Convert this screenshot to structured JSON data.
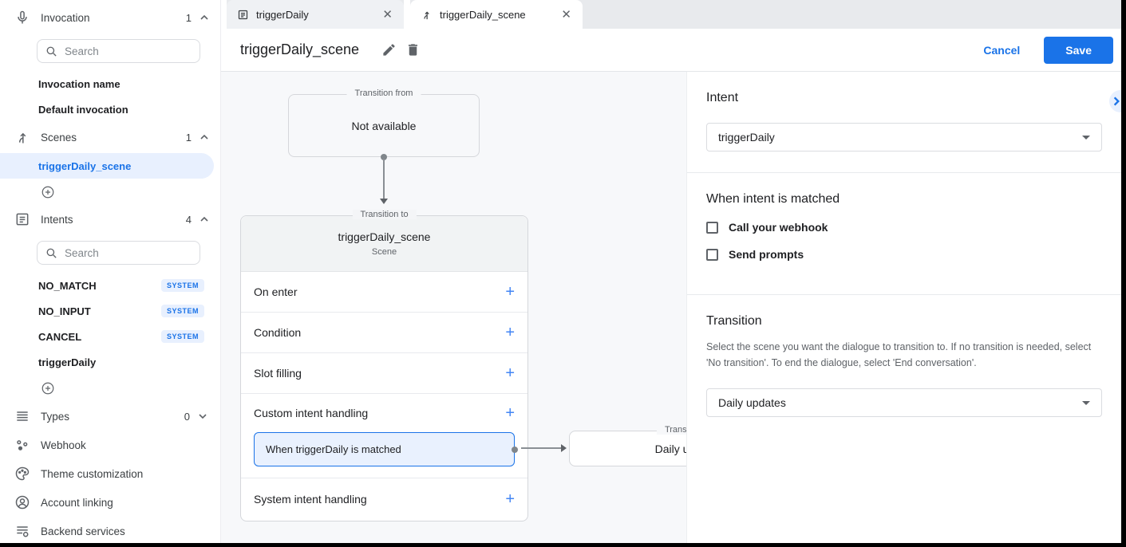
{
  "colors": {
    "accent": "#1a73e8",
    "accent_light": "#e8f0fe",
    "canvas_bg": "#f7f8fa"
  },
  "tabs": {
    "tab1": {
      "label": "triggerDaily",
      "close_glyph": "✕"
    },
    "tab2": {
      "label": "triggerDaily_scene",
      "close_glyph": "✕"
    }
  },
  "header": {
    "title": "triggerDaily_scene",
    "cancel": "Cancel",
    "save": "Save"
  },
  "sidebar": {
    "invocation": {
      "label": "Invocation",
      "count": "1",
      "search_placeholder": "Search",
      "items": [
        {
          "label": "Invocation name"
        },
        {
          "label": "Default invocation"
        }
      ]
    },
    "scenes": {
      "label": "Scenes",
      "count": "1",
      "items": [
        {
          "label": "triggerDaily_scene"
        }
      ]
    },
    "intents": {
      "label": "Intents",
      "count": "4",
      "search_placeholder": "Search",
      "items": [
        {
          "label": "NO_MATCH",
          "badge": "SYSTEM"
        },
        {
          "label": "NO_INPUT",
          "badge": "SYSTEM"
        },
        {
          "label": "CANCEL",
          "badge": "SYSTEM"
        },
        {
          "label": "triggerDaily",
          "badge": ""
        }
      ]
    },
    "types": {
      "label": "Types",
      "count": "0"
    },
    "links": [
      {
        "label": "Webhook"
      },
      {
        "label": "Theme customization"
      },
      {
        "label": "Account linking"
      },
      {
        "label": "Backend services"
      }
    ]
  },
  "canvas": {
    "transition_from": {
      "legend": "Transition from",
      "body": "Not available"
    },
    "scene_card": {
      "legend": "Transition to",
      "title": "triggerDaily_scene",
      "subtitle": "Scene",
      "add_icon": "+",
      "rows": [
        {
          "label": "On enter"
        },
        {
          "label": "Condition"
        },
        {
          "label": "Slot filling"
        },
        {
          "label": "Custom intent handling"
        },
        {
          "label": "System intent handling"
        }
      ],
      "sub_item": "When triggerDaily is matched"
    },
    "daily_box": {
      "legend": "Transition to",
      "body": "Daily updates"
    }
  },
  "panel": {
    "intent": {
      "heading": "Intent",
      "value": "triggerDaily"
    },
    "matched": {
      "heading": "When intent is matched",
      "checkboxes": [
        {
          "label": "Call your webhook",
          "checked": false
        },
        {
          "label": "Send prompts",
          "checked": false
        }
      ]
    },
    "transition": {
      "heading": "Transition",
      "description": "Select the scene you want the dialogue to transition to. If no transition is needed, select 'No transition'. To end the dialogue, select 'End conversation'.",
      "value": "Daily updates"
    }
  }
}
